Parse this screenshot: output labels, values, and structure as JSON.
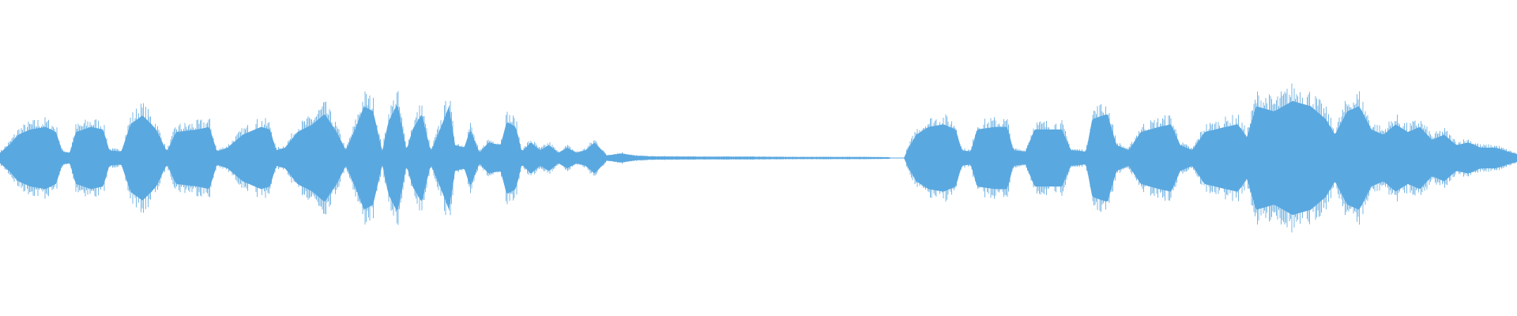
{
  "waveform": {
    "color": "#5aa8e0",
    "background": "#ffffff",
    "envelope": [
      [
        0.0,
        0.04
      ],
      [
        0.006,
        0.1
      ],
      [
        0.012,
        0.18
      ],
      [
        0.02,
        0.22
      ],
      [
        0.03,
        0.24
      ],
      [
        0.037,
        0.2
      ],
      [
        0.041,
        0.05
      ],
      [
        0.046,
        0.04
      ],
      [
        0.05,
        0.2
      ],
      [
        0.06,
        0.24
      ],
      [
        0.068,
        0.22
      ],
      [
        0.072,
        0.06
      ],
      [
        0.08,
        0.05
      ],
      [
        0.086,
        0.26
      ],
      [
        0.094,
        0.33
      ],
      [
        0.103,
        0.22
      ],
      [
        0.11,
        0.05
      ],
      [
        0.116,
        0.2
      ],
      [
        0.13,
        0.22
      ],
      [
        0.138,
        0.24
      ],
      [
        0.143,
        0.05
      ],
      [
        0.15,
        0.08
      ],
      [
        0.16,
        0.18
      ],
      [
        0.172,
        0.24
      ],
      [
        0.178,
        0.22
      ],
      [
        0.182,
        0.06
      ],
      [
        0.188,
        0.08
      ],
      [
        0.196,
        0.2
      ],
      [
        0.206,
        0.26
      ],
      [
        0.214,
        0.34
      ],
      [
        0.222,
        0.2
      ],
      [
        0.228,
        0.06
      ],
      [
        0.234,
        0.22
      ],
      [
        0.24,
        0.4
      ],
      [
        0.246,
        0.36
      ],
      [
        0.252,
        0.05
      ],
      [
        0.256,
        0.28
      ],
      [
        0.262,
        0.42
      ],
      [
        0.268,
        0.06
      ],
      [
        0.272,
        0.22
      ],
      [
        0.278,
        0.34
      ],
      [
        0.284,
        0.05
      ],
      [
        0.29,
        0.22
      ],
      [
        0.296,
        0.4
      ],
      [
        0.3,
        0.1
      ],
      [
        0.306,
        0.08
      ],
      [
        0.31,
        0.22
      ],
      [
        0.316,
        0.04
      ],
      [
        0.322,
        0.12
      ],
      [
        0.33,
        0.1
      ],
      [
        0.334,
        0.28
      ],
      [
        0.34,
        0.24
      ],
      [
        0.344,
        0.05
      ],
      [
        0.35,
        0.12
      ],
      [
        0.356,
        0.06
      ],
      [
        0.362,
        0.1
      ],
      [
        0.368,
        0.04
      ],
      [
        0.374,
        0.08
      ],
      [
        0.38,
        0.04
      ],
      [
        0.386,
        0.06
      ],
      [
        0.392,
        0.12
      ],
      [
        0.4,
        0.02
      ],
      [
        0.41,
        0.035
      ],
      [
        0.418,
        0.018
      ],
      [
        0.43,
        0.012
      ],
      [
        0.46,
        0.01
      ],
      [
        0.49,
        0.01
      ],
      [
        0.52,
        0.008
      ],
      [
        0.56,
        0.008
      ],
      [
        0.586,
        0.006
      ],
      [
        0.588,
        0.0
      ],
      [
        0.596,
        0.0
      ],
      [
        0.598,
        0.06
      ],
      [
        0.604,
        0.18
      ],
      [
        0.612,
        0.24
      ],
      [
        0.622,
        0.26
      ],
      [
        0.63,
        0.22
      ],
      [
        0.634,
        0.06
      ],
      [
        0.64,
        0.05
      ],
      [
        0.644,
        0.22
      ],
      [
        0.656,
        0.24
      ],
      [
        0.664,
        0.24
      ],
      [
        0.668,
        0.06
      ],
      [
        0.676,
        0.05
      ],
      [
        0.682,
        0.22
      ],
      [
        0.7,
        0.22
      ],
      [
        0.706,
        0.06
      ],
      [
        0.716,
        0.05
      ],
      [
        0.72,
        0.3
      ],
      [
        0.73,
        0.34
      ],
      [
        0.736,
        0.1
      ],
      [
        0.744,
        0.06
      ],
      [
        0.752,
        0.2
      ],
      [
        0.764,
        0.24
      ],
      [
        0.772,
        0.26
      ],
      [
        0.778,
        0.1
      ],
      [
        0.786,
        0.06
      ],
      [
        0.794,
        0.2
      ],
      [
        0.808,
        0.24
      ],
      [
        0.816,
        0.26
      ],
      [
        0.822,
        0.16
      ],
      [
        0.828,
        0.4
      ],
      [
        0.84,
        0.36
      ],
      [
        0.852,
        0.44
      ],
      [
        0.864,
        0.4
      ],
      [
        0.874,
        0.3
      ],
      [
        0.88,
        0.18
      ],
      [
        0.888,
        0.36
      ],
      [
        0.896,
        0.4
      ],
      [
        0.904,
        0.22
      ],
      [
        0.912,
        0.18
      ],
      [
        0.92,
        0.26
      ],
      [
        0.928,
        0.2
      ],
      [
        0.936,
        0.24
      ],
      [
        0.944,
        0.14
      ],
      [
        0.952,
        0.18
      ],
      [
        0.96,
        0.1
      ],
      [
        0.968,
        0.12
      ],
      [
        0.976,
        0.08
      ],
      [
        0.986,
        0.08
      ],
      [
        0.994,
        0.05
      ],
      [
        1.0,
        0.03
      ]
    ]
  }
}
